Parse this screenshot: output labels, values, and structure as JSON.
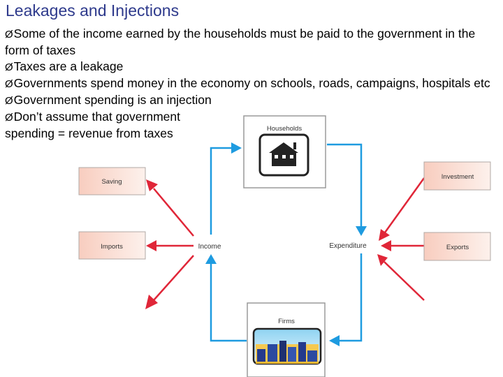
{
  "slide": {
    "title": "Leakages and Injections",
    "bullets": [
      "Some of the income earned by the households must be paid to the government in the form of taxes",
      "Taxes are a leakage",
      "Governments spend money in the economy on schools, roads, campaigns, hospitals etc",
      "Government spending is an injection",
      "Don’t assume that government spending = revenue from taxes"
    ]
  },
  "diagram": {
    "households_label": "Households",
    "firms_label": "Firms",
    "income_label": "Income",
    "expenditure_label": "Expenditure",
    "leakages": [
      "Saving",
      "Imports"
    ],
    "injections": [
      "Investment",
      "Exports"
    ]
  },
  "colors": {
    "title": "#2e3a8c",
    "flow_arrow": "#1e9be0",
    "leak_inject_arrow": "#e02638",
    "box_fill": "#fbe1d8",
    "box_border": "#9a9a9a"
  }
}
